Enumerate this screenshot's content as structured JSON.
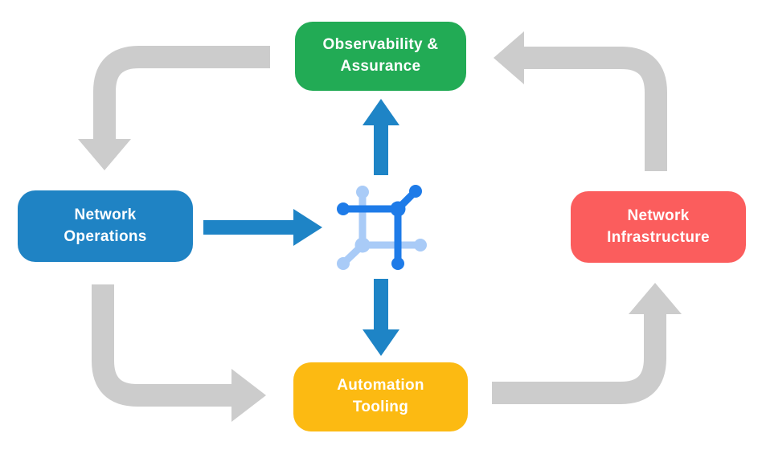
{
  "diagram": {
    "nodes": [
      {
        "id": "observability-assurance",
        "label": "Observability &\nAssurance",
        "color": "#22AB55",
        "position": "top-center"
      },
      {
        "id": "network-operations",
        "label": "Network\nOperations",
        "color": "#1F83C4",
        "position": "middle-left"
      },
      {
        "id": "network-infrastructure",
        "label": "Network\nInfrastructure",
        "color": "#FB5D5D",
        "position": "middle-right"
      },
      {
        "id": "automation-tooling",
        "label": "Automation\nTooling",
        "color": "#FCBA12",
        "position": "bottom-center"
      }
    ],
    "center_icon": {
      "name": "network-automation-icon",
      "description": "square network glyph with six circular endpoint nodes",
      "dark_color": "#1E7BE8",
      "light_color": "#A9CBF7"
    },
    "edges": {
      "outer_cycle": [
        {
          "from": "observability-assurance",
          "to": "network-operations",
          "style": "gray-elbow"
        },
        {
          "from": "network-operations",
          "to": "automation-tooling",
          "style": "gray-elbow"
        },
        {
          "from": "automation-tooling",
          "to": "network-infrastructure",
          "style": "gray-elbow"
        },
        {
          "from": "network-infrastructure",
          "to": "observability-assurance",
          "style": "gray-elbow"
        }
      ],
      "center_links": [
        {
          "from": "network-operations",
          "to": "center-icon",
          "style": "blue-straight"
        },
        {
          "from": "center-icon",
          "to": "observability-assurance",
          "style": "blue-straight"
        },
        {
          "from": "center-icon",
          "to": "automation-tooling",
          "style": "blue-straight"
        }
      ]
    },
    "colors": {
      "background": "#FFFFFF",
      "gray_arrow": "#CCCCCC",
      "blue_arrow": "#1E84C6",
      "text": "#FFFFFF"
    }
  }
}
